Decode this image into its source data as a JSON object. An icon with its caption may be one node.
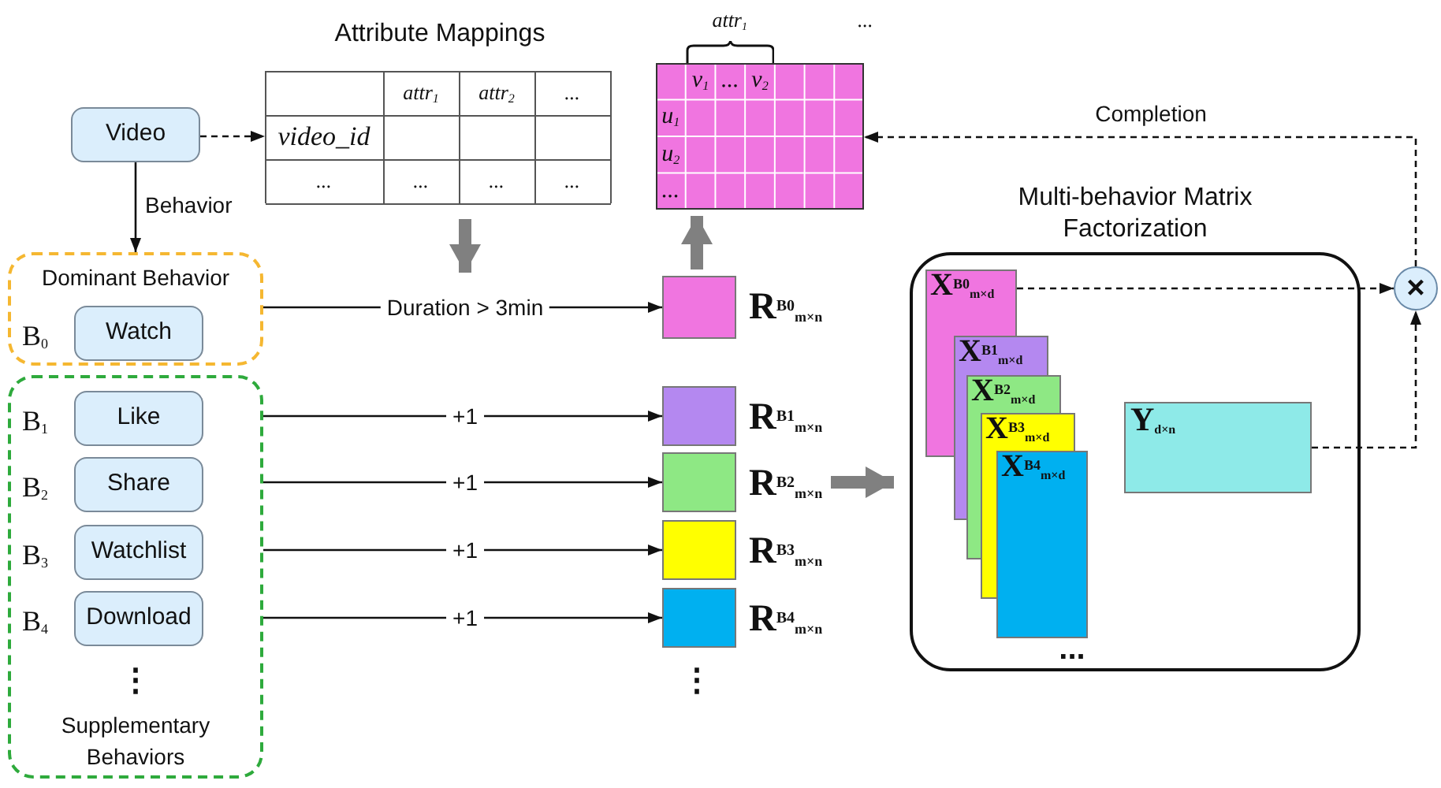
{
  "diagram": {
    "nodes": [
      {
        "text": [
          "Video"
        ]
      },
      {
        "text": [
          "Dominant Behavior"
        ]
      },
      {
        "text": [
          "Watch"
        ],
        "in": 1,
        "beside": [
          "B$_{0}$"
        ]
      },
      {
        "text": [
          "Supplementary Behaviors"
        ]
      },
      {
        "text": [
          "Like"
        ],
        "in": 3,
        "beside": [
          "B$_{1}$"
        ]
      },
      {
        "text": [
          "Share"
        ],
        "in": 3,
        "beside": [
          "B$_{2}$"
        ]
      },
      {
        "text": [
          "Watchlist"
        ],
        "in": 3,
        "beside": [
          "B$_{3}$"
        ]
      },
      {
        "text": [
          "Download"
        ],
        "in": 3,
        "beside": [
          "B$_{4}$"
        ]
      },
      {
        "text": [
          "Attribute Mappings",
          "attr$_{1}$",
          "attr$_{2}$",
          "...",
          "video_id",
          "...",
          "...",
          "...",
          "..."
        ]
      },
      {
        "text": [
          "v$_{1}$",
          "...",
          "v$_{2}$",
          "u$_{1}$",
          "u$_{2}$",
          "..."
        ],
        "beside": [
          "attr$_{1}$",
          "..."
        ]
      },
      {
        "text": [],
        "shape": "box",
        "beside": [
          "R$^{B0}$$_{m×n}$"
        ]
      },
      {
        "text": [],
        "shape": "box",
        "beside": [
          "R$^{B1}$$_{m×n}$"
        ]
      },
      {
        "text": [],
        "shape": "box",
        "beside": [
          "R$^{B2}$$_{m×n}$"
        ]
      },
      {
        "text": [],
        "shape": "box",
        "beside": [
          "R$^{B3}$$_{m×n}$"
        ]
      },
      {
        "text": [],
        "shape": "box",
        "beside": [
          "R$^{B4}$$_{m×n}$"
        ]
      },
      {
        "text": [
          "Multi-behavior Matrix Factorization"
        ]
      },
      {
        "text": [
          "X$^{B0}$$_{m×d}$"
        ],
        "in": 15
      },
      {
        "text": [
          "X$^{B1}$$_{m×d}$"
        ],
        "in": 15
      },
      {
        "text": [
          "X$^{B2}$$_{m×d}$"
        ],
        "in": 15
      },
      {
        "text": [
          "X$^{B3}$$_{m×d}$"
        ],
        "in": 15
      },
      {
        "text": [
          "X$^{B4}$$_{m×d}$"
        ],
        "in": 15
      },
      {
        "text": [
          "Y$_{d×n}$"
        ],
        "in": 15
      },
      {
        "text": [
          "×"
        ]
      }
    ],
    "edges": [
      {
        "from": 0,
        "to": 8,
        "arrow": "to",
        "style": "dashed"
      },
      {
        "from": 0,
        "to": 1,
        "arrow": "to",
        "label": "Behavior"
      },
      {
        "from": 1,
        "to": 10,
        "arrow": "to",
        "label": "Duration > 3min"
      },
      {
        "from": 3,
        "to": 11,
        "arrow": "to",
        "label": "+1"
      },
      {
        "from": 3,
        "to": 12,
        "arrow": "to",
        "label": "+1"
      },
      {
        "from": 3,
        "to": 13,
        "arrow": "to",
        "label": "+1"
      },
      {
        "from": 3,
        "to": 14,
        "arrow": "to",
        "label": "+1"
      },
      {
        "from": 8,
        "to": null,
        "arrow": "to",
        "style": "thick",
        "color": "#808080"
      },
      {
        "from": 10,
        "to": 9,
        "arrow": "to",
        "style": "thick",
        "color": "#808080"
      },
      {
        "from": 12,
        "to": 15,
        "arrow": "to",
        "style": "thick",
        "color": "#808080"
      },
      {
        "from": 16,
        "to": 22,
        "arrow": "to",
        "style": "dashed"
      },
      {
        "from": 21,
        "to": 22,
        "arrow": "to",
        "style": "dashed"
      },
      {
        "from": 22,
        "to": 9,
        "arrow": "to",
        "style": "dashed",
        "label": "Completion"
      }
    ],
    "labels": [
      "⋮",
      "⋮",
      "..."
    ]
  }
}
